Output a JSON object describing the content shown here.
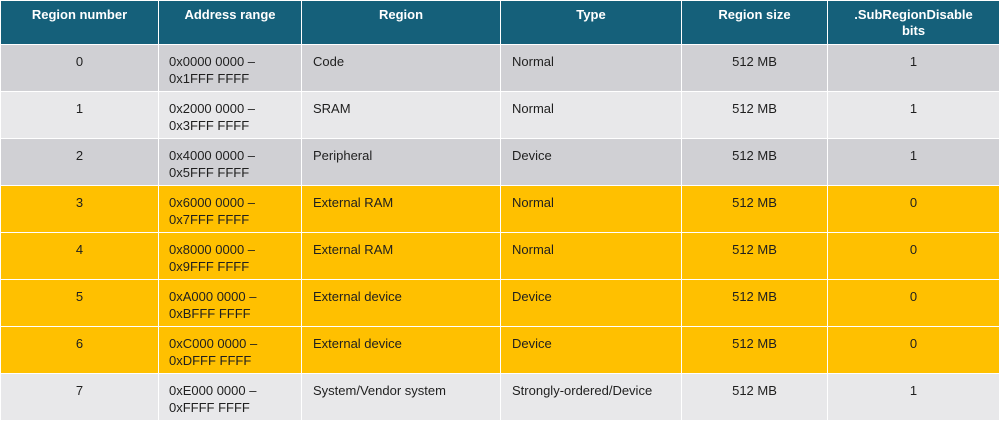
{
  "headers": {
    "region_number": "Region number",
    "address_range": "Address range",
    "region": "Region",
    "type": "Type",
    "region_size": "Region size",
    "subregion_bits_line1": ".SubRegionDisable",
    "subregion_bits_line2": "bits"
  },
  "rows": [
    {
      "num": "0",
      "addr1": "0x0000 0000 –",
      "addr2": "0x1FFF FFFF",
      "region": "Code",
      "type": "Normal",
      "size": "512 MB",
      "bits": "1",
      "style": "gray"
    },
    {
      "num": "1",
      "addr1": "0x2000 0000 –",
      "addr2": "0x3FFF FFFF",
      "region": "SRAM",
      "type": "Normal",
      "size": "512 MB",
      "bits": "1",
      "style": "lightgray"
    },
    {
      "num": "2",
      "addr1": "0x4000 0000 –",
      "addr2": "0x5FFF FFFF",
      "region": "Peripheral",
      "type": "Device",
      "size": "512 MB",
      "bits": "1",
      "style": "gray"
    },
    {
      "num": "3",
      "addr1": "0x6000 0000 –",
      "addr2": "0x7FFF FFFF",
      "region": "External RAM",
      "type": "Normal",
      "size": "512 MB",
      "bits": "0",
      "style": "highlight"
    },
    {
      "num": "4",
      "addr1": "0x8000 0000 –",
      "addr2": "0x9FFF FFFF",
      "region": "External RAM",
      "type": "Normal",
      "size": "512 MB",
      "bits": "0",
      "style": "highlight"
    },
    {
      "num": "5",
      "addr1": "0xA000 0000 –",
      "addr2": "0xBFFF FFFF",
      "region": "External device",
      "type": "Device",
      "size": "512 MB",
      "bits": "0",
      "style": "highlight"
    },
    {
      "num": "6",
      "addr1": "0xC000 0000 –",
      "addr2": "0xDFFF FFFF",
      "region": "External device",
      "type": "Device",
      "size": "512 MB",
      "bits": "0",
      "style": "highlight"
    },
    {
      "num": "7",
      "addr1": "0xE000 0000 –",
      "addr2": "0xFFFF FFFF",
      "region": "System/Vendor system",
      "type": "Strongly-ordered/Device",
      "size": "512 MB",
      "bits": "1",
      "style": "lightgray"
    }
  ],
  "colors": {
    "header_bg": "#15607a",
    "row_gray": "#d0d0d4",
    "row_lightgray": "#e8e8ea",
    "row_highlight": "#ffc000"
  }
}
